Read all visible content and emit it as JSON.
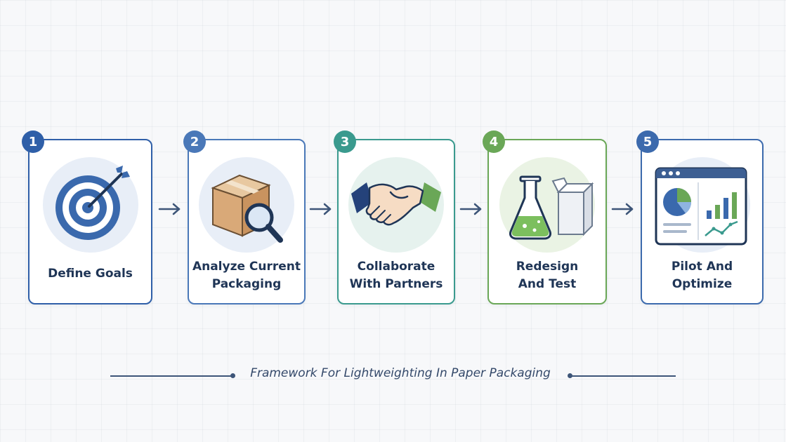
{
  "steps": [
    {
      "number": "1",
      "label": "Define Goals",
      "icon": "target-icon",
      "accent": "#2f5fa8"
    },
    {
      "number": "2",
      "label": "Analyze Current\nPackaging",
      "icon": "package-magnifier-icon",
      "accent": "#4a78b8"
    },
    {
      "number": "3",
      "label": "Collaborate\nWith Partners",
      "icon": "handshake-icon",
      "accent": "#3a9a8e"
    },
    {
      "number": "4",
      "label": "Redesign\nAnd Test",
      "icon": "flask-box-icon",
      "accent": "#6aa757"
    },
    {
      "number": "5",
      "label": "Pilot And\nOptimize",
      "icon": "dashboard-icon",
      "accent": "#3c6aad"
    }
  ],
  "caption": "Framework For Lightweighting In Paper Packaging",
  "colors": {
    "navy": "#1f3556",
    "blue": "#2f5fa8",
    "teal": "#3a9a8e",
    "green": "#6aa757",
    "caption": "#34496a"
  }
}
